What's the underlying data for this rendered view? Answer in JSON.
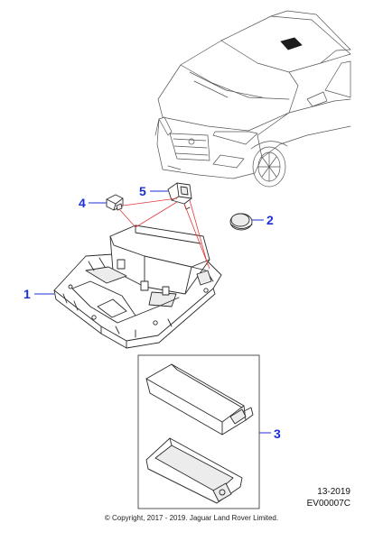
{
  "callouts": {
    "c1": "1",
    "c2": "2",
    "c3": "3",
    "c4": "4",
    "c5": "5"
  },
  "footer": {
    "date_code": "13-2019",
    "ref_code": "EV00007C",
    "copyright": "© Copyright, 2017 - 2019. Jaguar Land Rover Limited."
  },
  "colors": {
    "callout_blue": "#1a2fd6",
    "indicator_red": "#e23b3b",
    "line_ink": "#2b2b2b"
  }
}
